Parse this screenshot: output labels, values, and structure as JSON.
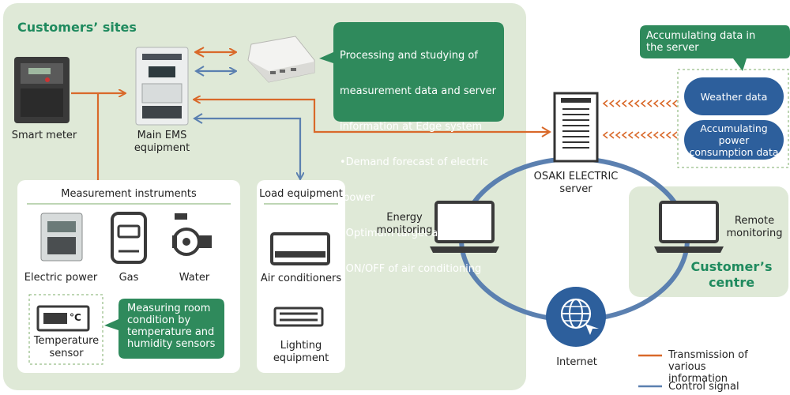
{
  "customers_sites": {
    "title": "Customers’ sites",
    "smart_meter_label": "Smart meter",
    "ems_label": "Main EMS\nequipment"
  },
  "edge_callout": {
    "lines": [
      "Processing and studying of",
      "measurement data and server",
      "information at Edge system",
      "•Demand forecast of electric",
      " power",
      "•Optimum target allocation",
      "•ON/OFF of air conditioning"
    ]
  },
  "measurement": {
    "title": "Measurement instruments",
    "electric": "Electric power",
    "gas": "Gas",
    "water": "Water",
    "temperature": "Temperature\nsensor",
    "sensor_reading": "°C",
    "callout": "Measuring room\ncondition by\ntemperature and\nhumidity sensors"
  },
  "load": {
    "title": "Load equipment",
    "air": "Air conditioners",
    "lighting": "Lighting\nequipment"
  },
  "server": {
    "label": "OSAKI ELECTRIC\nserver",
    "accum_callout": "Accumulating data in\nthe server",
    "weather": "Weather data",
    "power": "Accumulating power\nconsumption data"
  },
  "network": {
    "energy": "Energy\nmonitoring",
    "remote": "Remote\nmonitoring",
    "centre": "Customer’s\ncentre",
    "internet": "Internet"
  },
  "legend": {
    "transmission": "Transmission of various\ninformation",
    "control": "Control signal",
    "colors": {
      "transmission": "#d9692a",
      "control": "#5b80b0"
    }
  }
}
